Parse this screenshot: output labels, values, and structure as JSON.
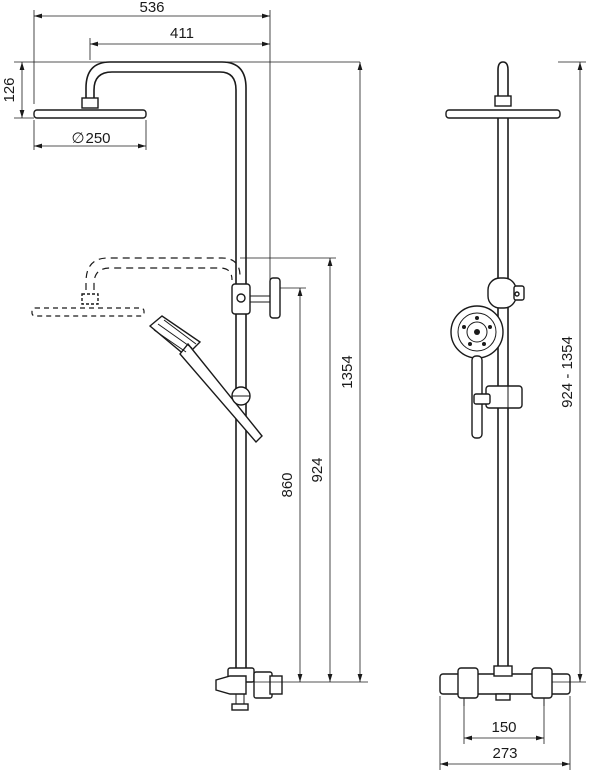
{
  "dimensions": {
    "total_width": "536",
    "arm_length": "411",
    "head_height": "126",
    "head_diameter": "250",
    "diameter_symbol": "∅",
    "max_height": "1354",
    "lower_height": "924",
    "holder_height": "860",
    "height_range": "924 - 1354",
    "inlet_spacing": "150",
    "mixer_width": "273"
  }
}
